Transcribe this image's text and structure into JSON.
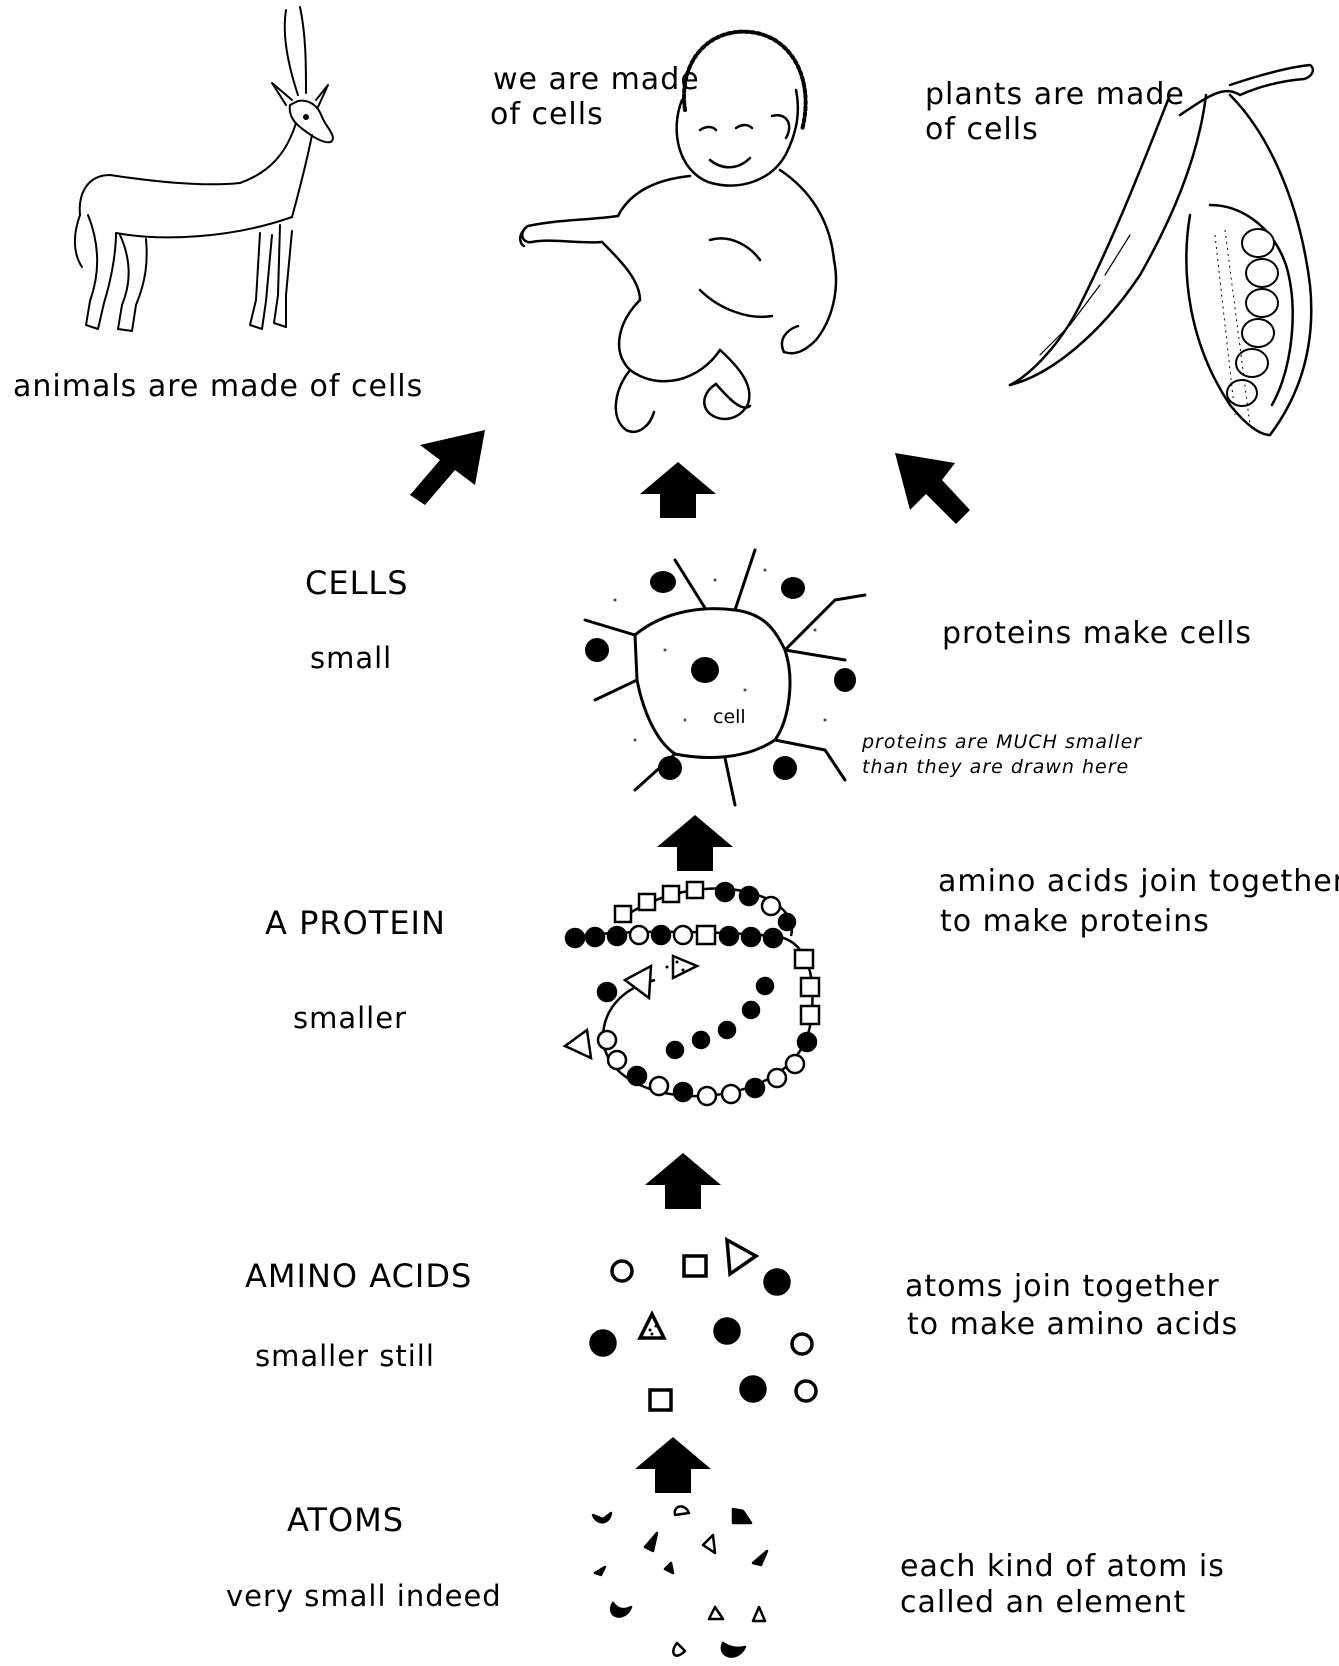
{
  "top": {
    "animal_caption": "animals are made of cells",
    "human_caption_line1": "we are made",
    "human_caption_line2": "of cells",
    "plant_caption_line1": "plants are made",
    "plant_caption_line2": "of cells"
  },
  "levels": [
    {
      "title": "CELLS",
      "size": "small",
      "desc_line1": "proteins make cells",
      "desc_line2": ""
    },
    {
      "title": "A PROTEIN",
      "size": "smaller",
      "desc_line1": "amino acids join together",
      "desc_line2": "to make proteins"
    },
    {
      "title": "AMINO ACIDS",
      "size": "smaller still",
      "desc_line1": "atoms join together",
      "desc_line2": "to make amino acids"
    },
    {
      "title": "ATOMS",
      "size": "very small indeed",
      "desc_line1": "each kind of atom is",
      "desc_line2": "called an element"
    }
  ],
  "cell_label": "cell",
  "cell_note_line1": "proteins are MUCH smaller",
  "cell_note_line2": "than they are drawn here",
  "colors": {
    "ink": "#000000",
    "paper": "#ffffff"
  }
}
